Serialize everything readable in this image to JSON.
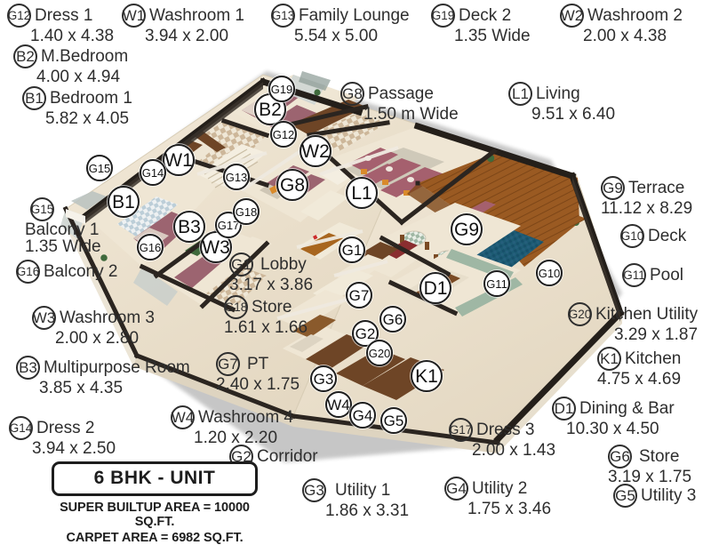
{
  "title_block": {
    "unit_label": "6 BHK - UNIT",
    "super_builtup": "SUPER BUILTUP AREA = 10000 SQ.FT.",
    "carpet": "CARPET AREA = 6982 SQ.FT."
  },
  "colors": {
    "ink": "#2e2e2e",
    "floor_cream": "#eee4d2",
    "wall_dark": "#2b2520",
    "wood_terrace": "#9a5a22",
    "pool_teal": "#1d5b73",
    "sofa_mauve": "#a5606e",
    "roof_white": "#f3efe7"
  },
  "legend": [
    {
      "code": "G12",
      "name": "Dress 1",
      "dim": "1.40 x 4.38"
    },
    {
      "code": "B2",
      "name": "M.Bedroom",
      "dim": "4.00 x 4.94"
    },
    {
      "code": "B1",
      "name": "Bedroom 1",
      "dim": "5.82 x 4.05"
    },
    {
      "code": "W1",
      "name": "Washroom 1",
      "dim": "3.94 x 2.00"
    },
    {
      "code": "G13",
      "name": "Family Lounge",
      "dim": "5.54 x 5.00"
    },
    {
      "code": "G19",
      "name": "Deck 2",
      "dim": "1.35 Wide"
    },
    {
      "code": "W2",
      "name": "Washroom 2",
      "dim": "2.00 x 4.38"
    },
    {
      "code": "G8",
      "name": "Passage",
      "dim": "1.50 m Wide"
    },
    {
      "code": "L1",
      "name": "Living",
      "dim": "9.51 x 6.40"
    },
    {
      "code": "G15",
      "name": "Balcony 1",
      "dim": "1.35 Wide"
    },
    {
      "code": "G16",
      "name": "Balcony 2",
      "dim": ""
    },
    {
      "code": "W3",
      "name": "Washroom 3",
      "dim": "2.00 x 2.80"
    },
    {
      "code": "B3",
      "name": "Multipurpose Room",
      "dim": "3.85 x 4.35"
    },
    {
      "code": "G14",
      "name": "Dress 2",
      "dim": "3.94 x 2.50"
    },
    {
      "code": "G1",
      "name": "Lobby",
      "dim": "3.17 x 3.86"
    },
    {
      "code": "G18",
      "name": "Store",
      "dim": "1.61 x 1.66"
    },
    {
      "code": "G7",
      "name": "PT",
      "dim": "2.40 x 1.75"
    },
    {
      "code": "W4",
      "name": "Washroom 4",
      "dim": "1.20 x 2.20"
    },
    {
      "code": "G2",
      "name": "Corridor",
      "dim": ""
    },
    {
      "code": "G3",
      "name": "Utility 1",
      "dim": "1.86 x 3.31"
    },
    {
      "code": "G4",
      "name": "Utility 2",
      "dim": "1.75 x 3.46"
    },
    {
      "code": "G17",
      "name": "Dress 3",
      "dim": "2.00 x 1.43"
    },
    {
      "code": "G9",
      "name": "Terrace",
      "dim": "11.12 x 8.29"
    },
    {
      "code": "G10",
      "name": "Deck",
      "dim": ""
    },
    {
      "code": "G11",
      "name": "Pool",
      "dim": ""
    },
    {
      "code": "G20",
      "name": "Kitchen Utility",
      "dim": "3.29 x 1.87"
    },
    {
      "code": "K1",
      "name": "Kitchen",
      "dim": "4.75 x 4.69"
    },
    {
      "code": "D1",
      "name": "Dining & Bar",
      "dim": "10.30 x 4.50"
    },
    {
      "code": "G6",
      "name": "Store",
      "dim": "3.19 x 1.75"
    },
    {
      "code": "G5",
      "name": "Utility 3",
      "dim": ""
    }
  ],
  "plan_pins": [
    {
      "code": "B2"
    },
    {
      "code": "G19"
    },
    {
      "code": "G12"
    },
    {
      "code": "W2"
    },
    {
      "code": "W1"
    },
    {
      "code": "G14"
    },
    {
      "code": "G15"
    },
    {
      "code": "B1"
    },
    {
      "code": "G16"
    },
    {
      "code": "B3"
    },
    {
      "code": "W3"
    },
    {
      "code": "G17"
    },
    {
      "code": "G13"
    },
    {
      "code": "G18"
    },
    {
      "code": "G8"
    },
    {
      "code": "L1"
    },
    {
      "code": "G9"
    },
    {
      "code": "G11"
    },
    {
      "code": "G10"
    },
    {
      "code": "G1"
    },
    {
      "code": "G7"
    },
    {
      "code": "G2"
    },
    {
      "code": "G6"
    },
    {
      "code": "G20"
    },
    {
      "code": "D1"
    },
    {
      "code": "K1"
    },
    {
      "code": "G3"
    },
    {
      "code": "W4"
    },
    {
      "code": "G4"
    },
    {
      "code": "G5"
    }
  ]
}
